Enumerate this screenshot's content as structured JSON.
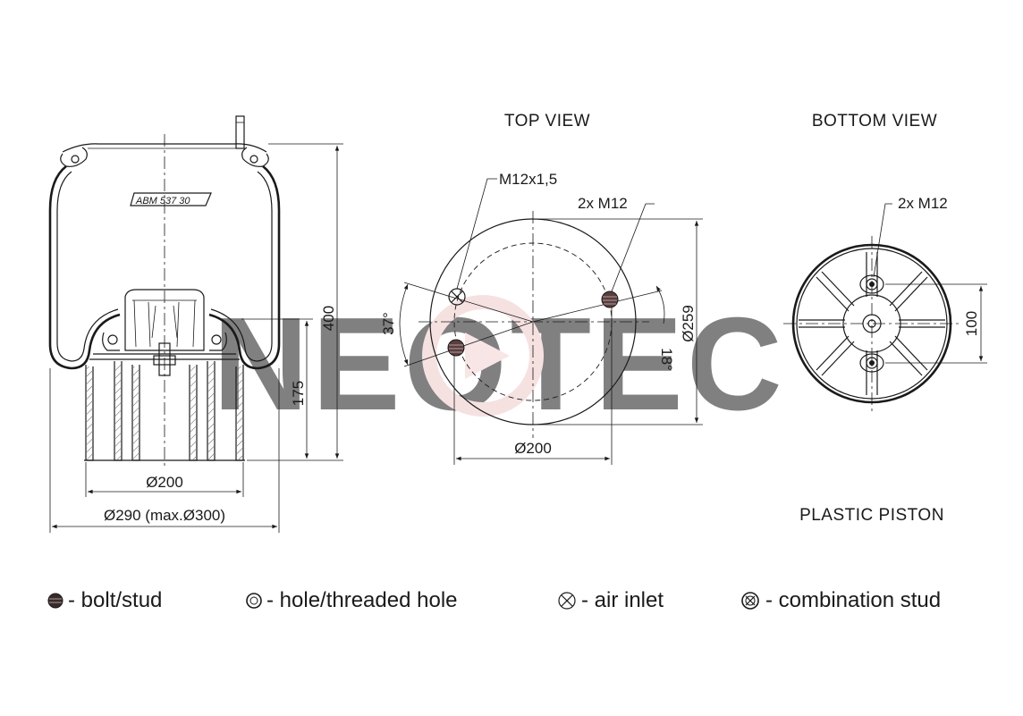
{
  "watermark": {
    "text": "NEOTEC",
    "color": "#e8e8e8",
    "accent_color": "#f2c8c8"
  },
  "side_view": {
    "part_label": "ABM  537 30",
    "dim_height": "400",
    "dim_piston_height": "175",
    "dim_piston_diameter": "Ø200",
    "dim_overall_diameter": "Ø290 (max.Ø300)"
  },
  "top_view": {
    "title": "TOP VIEW",
    "label_air_inlet": "M12x1,5",
    "label_studs": "2x M12",
    "dim_angle_left": "37°",
    "dim_angle_right": "18°",
    "dim_outer_diameter": "Ø259",
    "dim_bolt_circle": "Ø200"
  },
  "bottom_view": {
    "title": "BOTTOM VIEW",
    "label_holes": "2x M12",
    "dim_spacing": "100",
    "caption": "PLASTIC PISTON"
  },
  "legend": [
    {
      "icon": "bolt-stud-icon",
      "text": "- bolt/stud"
    },
    {
      "icon": "hole-icon",
      "text": "- hole/threaded hole"
    },
    {
      "icon": "air-inlet-icon",
      "text": "- air inlet"
    },
    {
      "icon": "combination-stud-icon",
      "text": "- combination stud"
    }
  ],
  "colors": {
    "line": "#1a1a1a",
    "stud_fill": "#5a3d3d",
    "background": "#ffffff"
  }
}
